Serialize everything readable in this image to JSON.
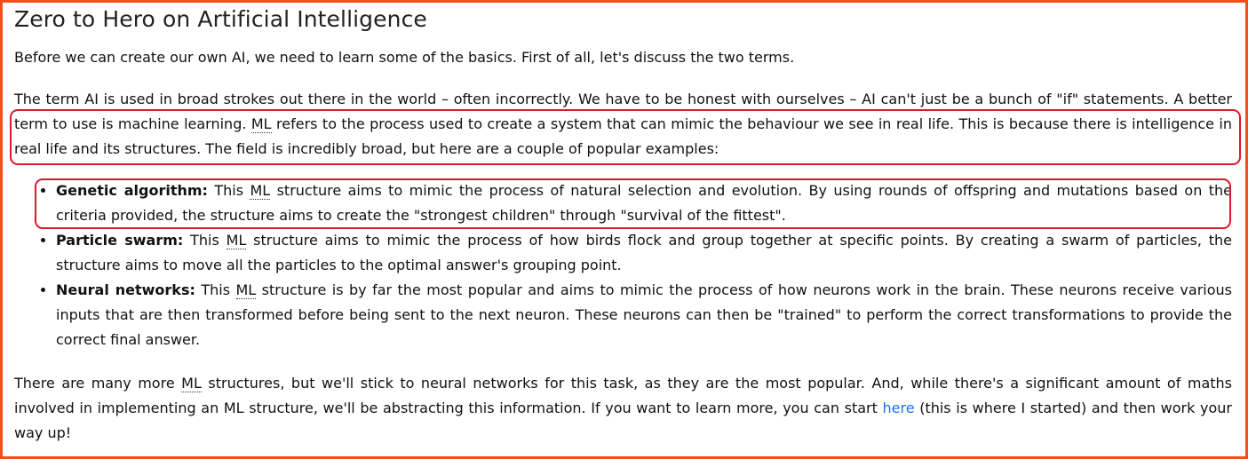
{
  "article": {
    "title": "Zero to Hero on Artificial Intelligence",
    "intro": "Before we can create our own AI, we need to learn some of the basics. First of all, let's discuss the two terms.",
    "paragraph2": {
      "before_ml": "The term AI is used in broad strokes out there in the world – often incorrectly. We have to be honest with ourselves – AI can't just be a bunch of \"if\" statements. A better term to use is machine learning. ",
      "ml": "ML",
      "after_ml": " refers to the process used to create a system that can mimic the behaviour we see in real life. This is because there is intelligence in real life and its structures. The field is incredibly broad, but here are a couple of popular examples:"
    },
    "examples": [
      {
        "name": "Genetic algorithm:",
        "pre": " This ",
        "ml": "ML",
        "text": " structure aims to mimic the process of natural selection and evolution. By using rounds of offspring and mutations based on the criteria provided, the structure aims to create the \"strongest children\" through \"survival of the fittest\"."
      },
      {
        "name": "Particle swarm:",
        "pre": " This ",
        "ml": "ML",
        "text": " structure aims to mimic the process of how birds flock and group together at specific points. By creating a swarm of particles, the structure aims to move all the particles to the optimal answer's grouping point."
      },
      {
        "name": "Neural networks:",
        "pre": " This ",
        "ml": "ML",
        "text": " structure is by far the most popular and aims to mimic the process of how neurons work in the brain. These neurons receive various inputs that are then transformed before being sent to the next neuron. These neurons can then be \"trained\" to perform the correct transformations to provide the correct final answer."
      }
    ],
    "closing": {
      "before_ml": "There are many more ",
      "ml": "ML",
      "middle": " structures, but we'll stick to neural networks for this task, as they are the most popular. And, while there's a significant amount of maths involved in implementing an ML structure, we'll be abstracting this information. If you want to learn more, you can start ",
      "link_text": "here",
      "after_link": " (this is where I started) and then work your way up!"
    }
  },
  "colors": {
    "frame": "#f04e1a",
    "highlight": "#e0142d",
    "link": "#1a73e8"
  }
}
